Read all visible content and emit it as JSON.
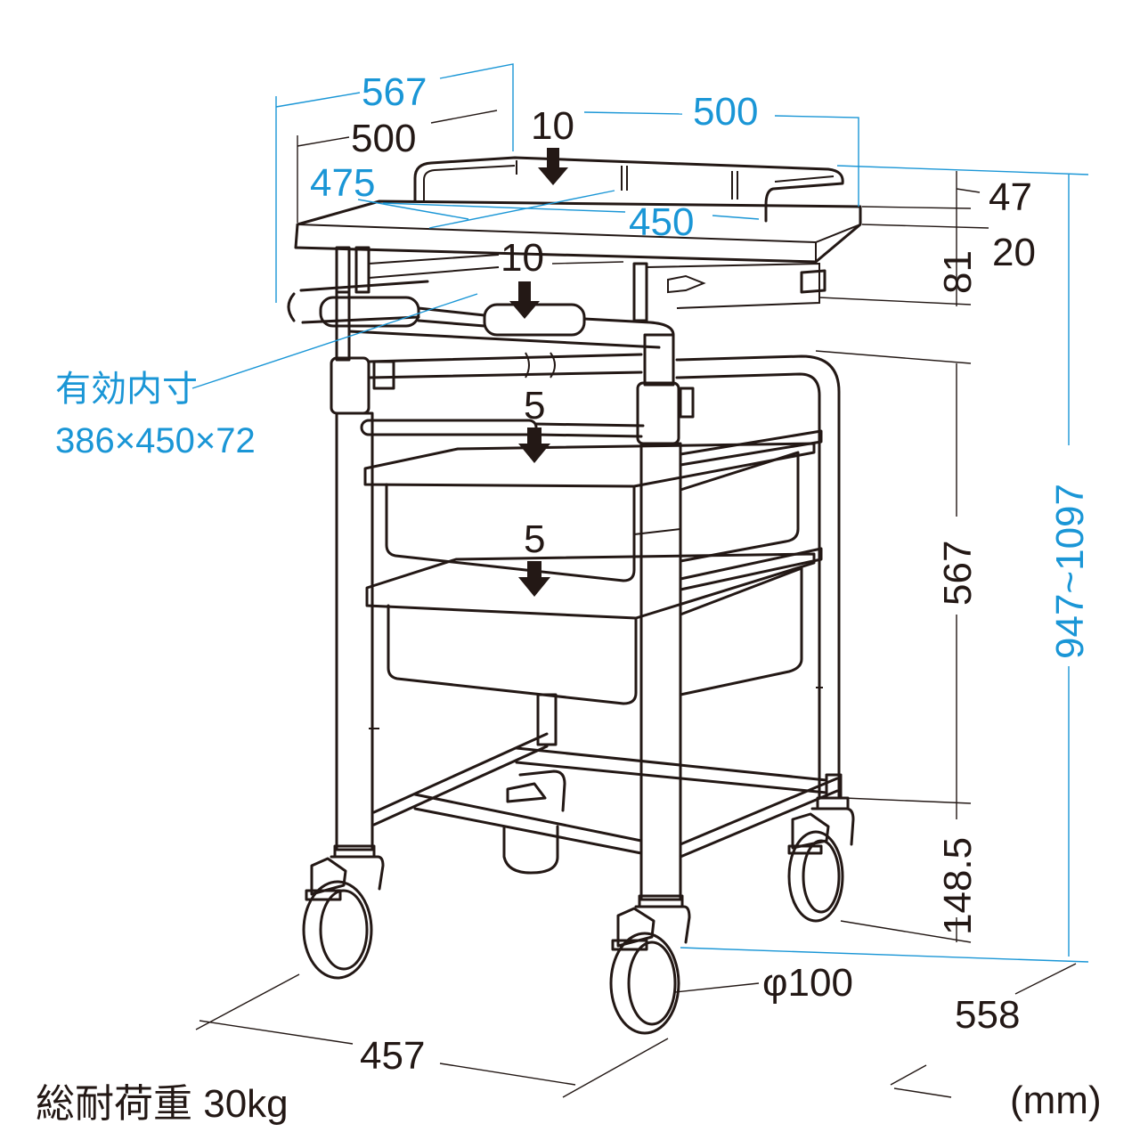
{
  "colors": {
    "line": "#231815",
    "accent": "#1a96d6",
    "background": "#ffffff"
  },
  "dimensions": {
    "top_depth_outer": "567",
    "top_depth": "500",
    "top_width": "500",
    "tray_depth": "475",
    "tray_width": "450",
    "rail_height": "47",
    "top_thickness": "20",
    "guard_height": "81",
    "shelf_height": "567",
    "caster_height": "148.5",
    "total_height": "947~1097",
    "base_width": "457",
    "base_depth": "558",
    "caster_diameter": "φ100"
  },
  "loads": {
    "top": "10",
    "guard": "10",
    "shelf1": "5",
    "shelf2": "5"
  },
  "inner_size": {
    "label": "有効内寸",
    "value": "386×450×72"
  },
  "total_load": "総耐荷重 30kg",
  "unit": "(mm)"
}
